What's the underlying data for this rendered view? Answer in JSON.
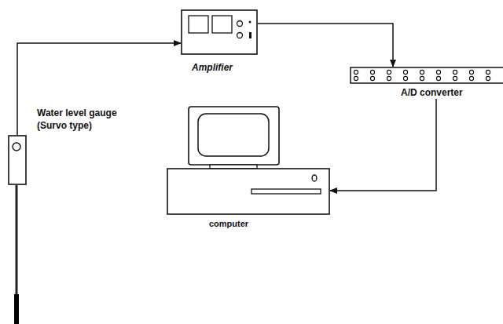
{
  "diagram": {
    "nodes": [
      {
        "text": [
          "Water level gauge (Survo type)"
        ]
      },
      {
        "text": [
          "Amplifier"
        ]
      },
      {
        "text": [
          "A/D converter"
        ]
      },
      {
        "text": [
          "computer"
        ]
      }
    ],
    "edges": [
      {
        "from": 0,
        "to": 1,
        "arrow": "to"
      },
      {
        "from": 1,
        "to": 2,
        "arrow": "to"
      },
      {
        "from": 2,
        "to": 3,
        "arrow": "to"
      }
    ]
  }
}
